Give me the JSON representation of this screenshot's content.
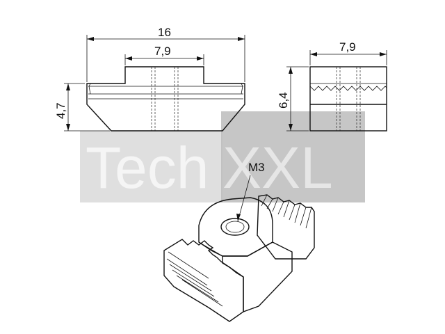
{
  "dimensions": {
    "width": "16",
    "slot_width_front": "7,9",
    "slot_width_side": "7,9",
    "height_front": "4,7",
    "height_side": "6,4"
  },
  "thread_label": "M3",
  "watermark": {
    "left": "Tech",
    "right": "XXL",
    "light_color": "#d7d7d7",
    "dark_color": "#bdbdbd"
  }
}
